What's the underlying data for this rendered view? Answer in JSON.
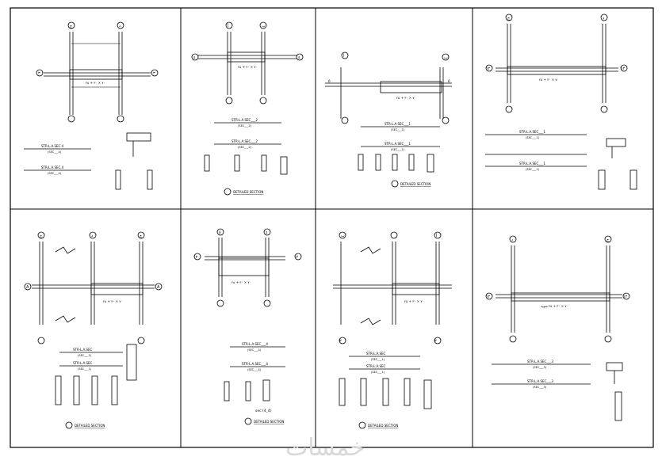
{
  "sheet": {
    "panels": [
      {
        "id": "p1",
        "axes_top": [
          "ج",
          "د"
        ],
        "axes_side": [
          "٣",
          "٣"
        ],
        "beam_note": "٧٠ × ٣٠ + ٢٥",
        "callouts": [
          "STR-L.A.SEC.4",
          "STR-L.A.SEC.4"
        ],
        "scales": [
          "(SEC___4)",
          "(SEC___4)"
        ]
      },
      {
        "id": "p2",
        "axes_top": [
          "أ",
          "ب"
        ],
        "axes_side": [
          "٤",
          "٤"
        ],
        "beam_note": "٧٠ × ٣٠ + ٢٥",
        "callouts": [
          "STR-L.A.SEC___2",
          "STR-L.A.SEC___2"
        ],
        "scales": [
          "(SEC___2)",
          "(SEC___2)"
        ],
        "section_title": "DETAILED SECTION"
      },
      {
        "id": "p3",
        "axes_top": [
          "أ",
          "ب"
        ],
        "axes_side": [
          "٥",
          "٥"
        ],
        "beam_note": "٧٠ × ٣٠ + ٢٥",
        "callouts": [
          "STR-L.A.SEC___1",
          "STR-L.A.SEC___1"
        ],
        "scales": [
          "(SEC___1)",
          "(SEC___1)"
        ],
        "section_title": "DETAILED SECTION"
      },
      {
        "id": "p4",
        "axes_top": [
          "ج",
          "د"
        ],
        "axes_side": [
          "١٢",
          "١٢"
        ],
        "beam_note": "٧٠ × ٣٠ + ٢٥",
        "callouts": [
          "STR-L.A.SEC___1",
          "STR-L.A.SEC___1"
        ],
        "scales": [
          "(SEC___1)",
          "(SEC___1)"
        ]
      },
      {
        "id": "p5",
        "axes_top": [
          "ج",
          "د",
          "ج"
        ],
        "axes_side": [
          "A",
          "A"
        ],
        "beam_note": "٧٠ × ٣٠ + ٢٥",
        "callouts": [
          "STR-L.A.SEC",
          "STR-L.A.SEC"
        ],
        "scales": [
          "(SEC___1)",
          "(SEC___1)"
        ],
        "section_title": "DETAILED SECTION"
      },
      {
        "id": "p6",
        "axes_top": [
          "٥",
          "٤"
        ],
        "axes_side": [
          "١٢",
          "١٢"
        ],
        "beam_note": "٧٠ × ٣٠ + ٢٥",
        "callouts": [
          "STR-L.A.SEC___4",
          "STR-L.A.SEC___4"
        ],
        "scales": [
          "(SEC___4)",
          "(SEC___4)"
        ],
        "section_title": "DETAILED SECTION",
        "sec_note": "sec (4_4)"
      },
      {
        "id": "p7",
        "axes_top": [
          "ب",
          "أ"
        ],
        "axes_side": [
          "٣",
          "٣"
        ],
        "beam_note": "٧٠ × ٣٠ + ٢٥",
        "callouts": [
          "STR-L.A.SEC",
          "STR-L.A.SEC"
        ],
        "scales": [
          "(SEC___1)",
          "(SEC___1)"
        ],
        "section_title": "DETAILED SECTION"
      },
      {
        "id": "p8",
        "axes_top": [
          "د",
          "ج"
        ],
        "axes_side": [
          "١٢",
          "١٢"
        ],
        "beam_note": "٧٠ × ٣٠ + ٢٥ شوبة",
        "callouts": [
          "STR-L.A.SEC___3",
          "STR-L.A.SEC___3"
        ],
        "scales": [
          "(SEC___3)",
          "(SEC___3)"
        ]
      }
    ],
    "watermark": "خمسات"
  }
}
